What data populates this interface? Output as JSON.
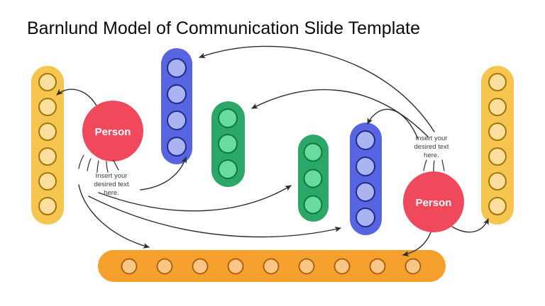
{
  "slide": {
    "title": "Barnlund Model of Communication Slide Template"
  },
  "persons": [
    {
      "id": "left-person",
      "label": "Person",
      "note": [
        "Insert your",
        "desired text",
        "here."
      ]
    },
    {
      "id": "right-person",
      "label": "Person",
      "note": [
        "Insert your",
        "desired text",
        "here."
      ]
    }
  ],
  "channels": [
    {
      "id": "left-vertical-channel",
      "color": "#F6C54F",
      "dots": 6,
      "orientation": "vertical"
    },
    {
      "id": "blue-channel-1",
      "color": "#5765E2",
      "dots": 4,
      "orientation": "vertical"
    },
    {
      "id": "green-channel-1",
      "color": "#2BA768",
      "dots": 3,
      "orientation": "vertical"
    },
    {
      "id": "green-channel-2",
      "color": "#2BA768",
      "dots": 3,
      "orientation": "vertical"
    },
    {
      "id": "blue-channel-2",
      "color": "#5765E2",
      "dots": 4,
      "orientation": "vertical"
    },
    {
      "id": "right-vertical-channel",
      "color": "#F6C54F",
      "dots": 6,
      "orientation": "vertical"
    },
    {
      "id": "bottom-channel",
      "color": "#F5A02D",
      "dots": 9,
      "orientation": "horizontal"
    }
  ],
  "arrows": [
    {
      "from": "left-person",
      "to": "left-vertical-channel"
    },
    {
      "from": "left-person-note",
      "to": "blue-channel-1"
    },
    {
      "from": "left-person-note",
      "to": "bottom-channel"
    },
    {
      "from": "left-person-note",
      "to": "green-channel-2"
    },
    {
      "from": "left-person-note",
      "to": "blue-channel-2"
    },
    {
      "from": "right-person-note",
      "to": "blue-channel-1"
    },
    {
      "from": "right-person-note",
      "to": "green-channel-1"
    },
    {
      "from": "right-person-note",
      "to": "blue-channel-2"
    },
    {
      "from": "right-person",
      "to": "bottom-channel"
    },
    {
      "from": "right-person",
      "to": "right-vertical-channel"
    }
  ],
  "colors": {
    "yellow_channel": "#F6C54F",
    "yellow_dot_fill": "#FBDF9E",
    "yellow_dot_stroke": "#A1770A",
    "blue_channel": "#5765E2",
    "blue_dot_fill": "#ABB3F0",
    "blue_dot_stroke": "#202C88",
    "green_channel": "#2BA768",
    "green_dot_fill": "#69DB9C",
    "green_dot_stroke": "#0E7A3E",
    "orange_channel": "#F5A02D",
    "orange_dot_fill": "#FAC685",
    "orange_dot_stroke": "#AC6414",
    "person": "#F0495B",
    "arrow": "#2D2D2D",
    "title_text": "#0B0B0B",
    "note_text": "#3D3D3D"
  }
}
